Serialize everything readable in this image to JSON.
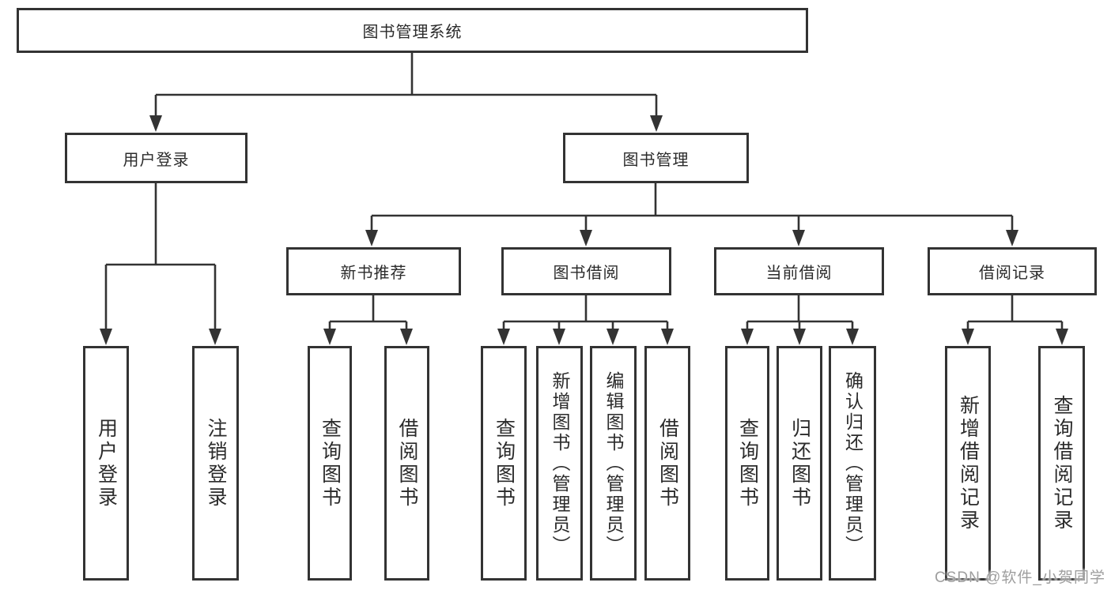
{
  "tree": {
    "root": "图书管理系统",
    "user": {
      "label": "用户登录",
      "children": [
        "用户登录",
        "注销登录"
      ]
    },
    "book": {
      "label": "图书管理",
      "sections": [
        {
          "label": "新书推荐",
          "children": [
            "查询图书",
            "借阅图书"
          ]
        },
        {
          "label": "图书借阅",
          "children": [
            "查询图书",
            "新增图书（管理员）",
            "编辑图书（管理员）",
            "借阅图书"
          ]
        },
        {
          "label": "当前借阅",
          "children": [
            "查询图书",
            "归还图书",
            "确认归还（管理员）"
          ]
        },
        {
          "label": "借阅记录",
          "children": [
            "新增借阅记录",
            "查询借阅记录"
          ]
        }
      ]
    }
  },
  "watermark": "CSDN @软件_小贺同学",
  "colors": {
    "line": "#333333",
    "text": "#2b2b2b",
    "watermark": "#9e9e9e",
    "background": "#ffffff"
  }
}
